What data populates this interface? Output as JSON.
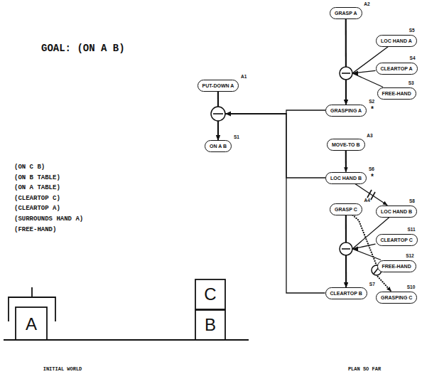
{
  "diagram": {
    "title": "GOAL: (ON A B)",
    "nodes": [
      {
        "text": [
          "GRASP A",
          "A2"
        ]
      },
      {
        "text": [
          "LOC HAND A",
          "S5"
        ]
      },
      {
        "text": [
          "CLEARTOP A",
          "S4"
        ]
      },
      {
        "text": [
          "FREE-HAND",
          "S3"
        ]
      },
      {
        "text": [
          "PUT-DOWN A",
          "A1"
        ]
      },
      {
        "text": [
          "GRASPING A",
          "S2"
        ]
      },
      {
        "text": [
          "MOVE-TO B",
          "A3"
        ]
      },
      {
        "text": [
          "ON A B",
          "S1"
        ]
      },
      {
        "text": [
          "LOC HAND B",
          "S6"
        ]
      },
      {
        "text": [
          "LOC HAND B",
          "S8"
        ]
      },
      {
        "text": [
          "GRASP C",
          "A4"
        ]
      },
      {
        "text": [
          "CLEARTOP C",
          "S11"
        ]
      },
      {
        "text": [
          "FREE-HAND",
          "S12"
        ]
      },
      {
        "text": [
          "GRASPING C",
          "S10"
        ]
      },
      {
        "text": [
          "CLEARTOP B",
          "S7"
        ]
      }
    ],
    "edges": [
      {
        "from": 0,
        "to": 5,
        "arrow": "to"
      },
      {
        "from": 1,
        "to": 5,
        "arrow": "to"
      },
      {
        "from": 2,
        "to": 5,
        "arrow": "to"
      },
      {
        "from": 3,
        "to": 5,
        "arrow": "to"
      },
      {
        "from": 4,
        "to": 7,
        "arrow": "to"
      },
      {
        "from": 5,
        "to": 7,
        "arrow": "to"
      },
      {
        "from": 8,
        "to": 7,
        "arrow": "to"
      },
      {
        "from": 14,
        "to": 7,
        "arrow": "to"
      },
      {
        "from": 6,
        "to": 8,
        "arrow": "to"
      },
      {
        "from": 8,
        "to": 9,
        "arrow": "to"
      },
      {
        "from": 10,
        "to": 14,
        "arrow": "to"
      },
      {
        "from": 9,
        "to": 14,
        "arrow": "to"
      },
      {
        "from": 11,
        "to": 14,
        "arrow": "to"
      },
      {
        "from": 12,
        "to": 14,
        "arrow": "to"
      },
      {
        "from": 10,
        "to": 13,
        "arrow": "to"
      }
    ],
    "labels": [
      "*",
      "*",
      "(ON C B)",
      "(ON B TABLE)",
      "(ON A TABLE)",
      "(CLEARTOP C)",
      "(CLEARTOP A)",
      "(SURROUNDS HAND A)",
      "(FREE-HAND)",
      "C",
      "A",
      "B",
      "INITIAL WORLD",
      "PLAN SO FAR"
    ]
  }
}
